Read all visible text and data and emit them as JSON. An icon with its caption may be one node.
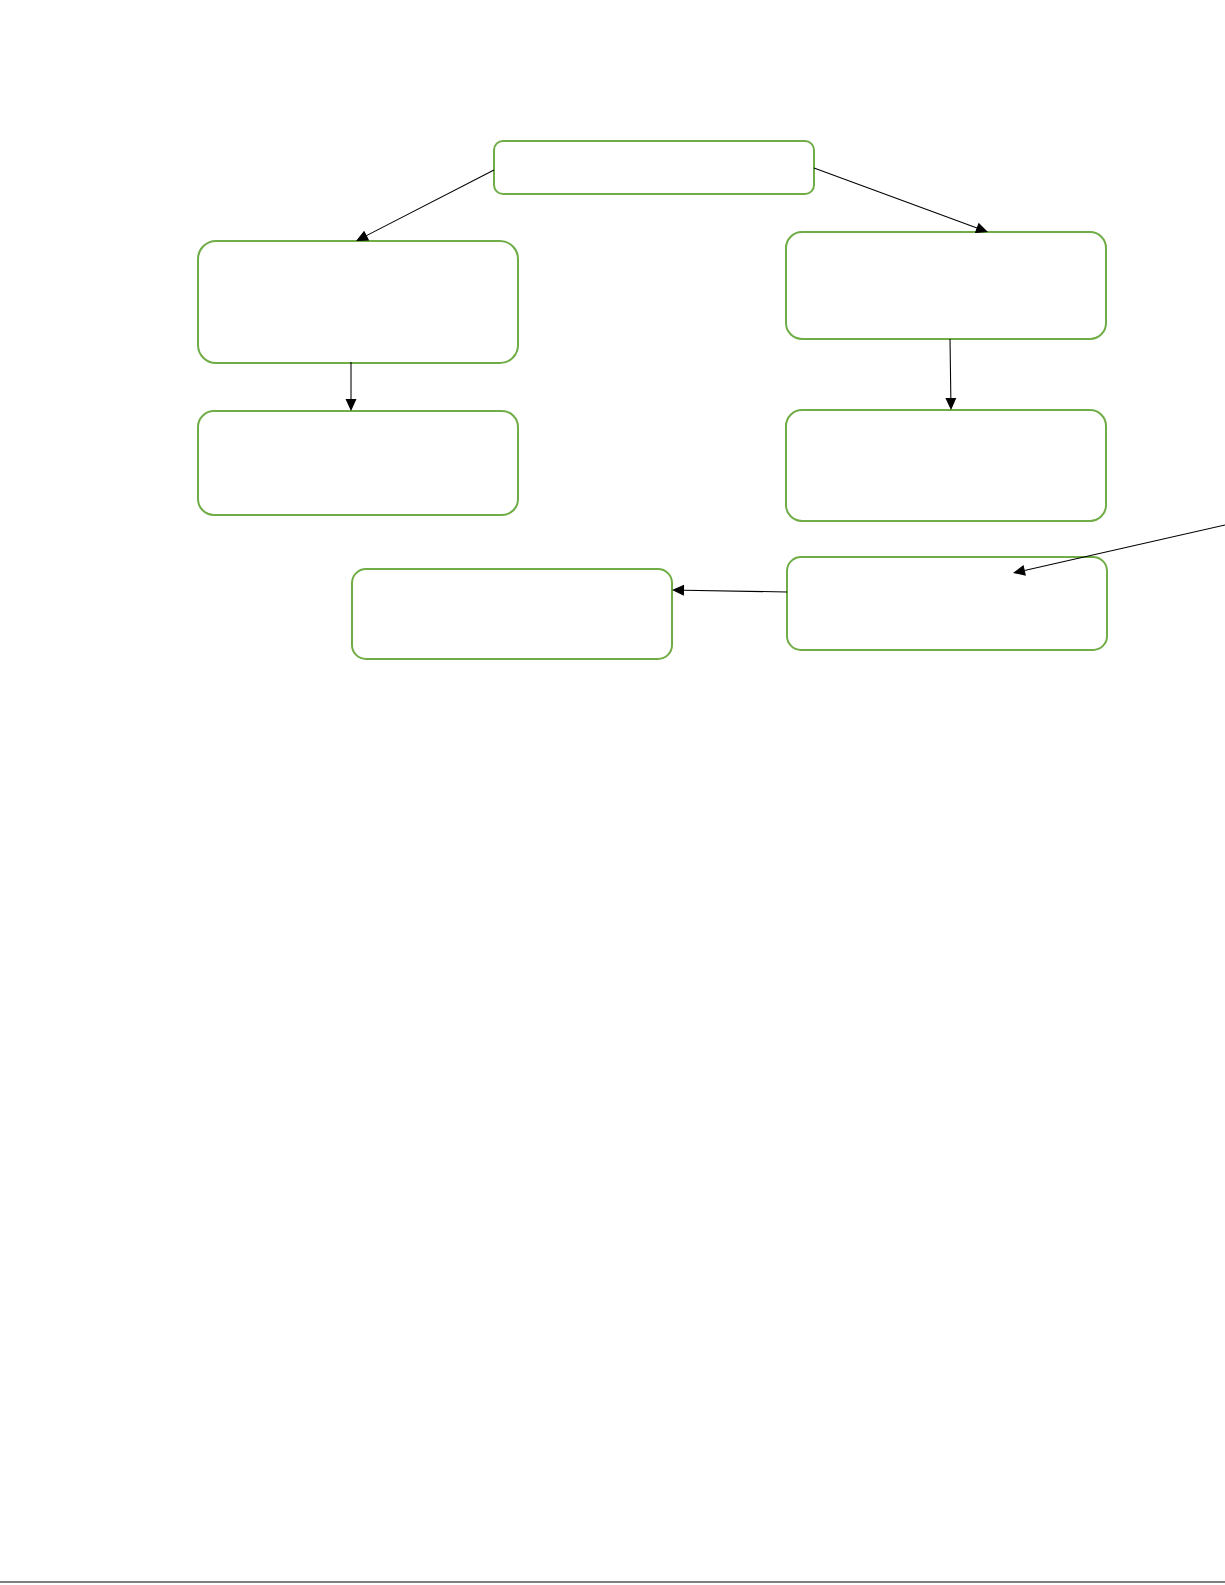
{
  "diagram": {
    "nodes": [
      {
        "text": [],
        "shape": "box"
      },
      {
        "text": [],
        "shape": "box"
      },
      {
        "text": [],
        "shape": "box"
      },
      {
        "text": [],
        "shape": "box"
      },
      {
        "text": [],
        "shape": "box"
      },
      {
        "text": [],
        "shape": "box"
      },
      {
        "text": [],
        "shape": "box"
      }
    ],
    "edges": [
      {
        "from": 0,
        "to": 1,
        "arrow": "to"
      },
      {
        "from": 0,
        "to": 2,
        "arrow": "to"
      },
      {
        "from": 1,
        "to": 3,
        "arrow": "to"
      },
      {
        "from": 2,
        "to": 4,
        "arrow": "to"
      },
      {
        "from": 6,
        "to": 5,
        "arrow": "to"
      },
      {
        "from": null,
        "to": 6,
        "arrow": "to"
      }
    ]
  }
}
